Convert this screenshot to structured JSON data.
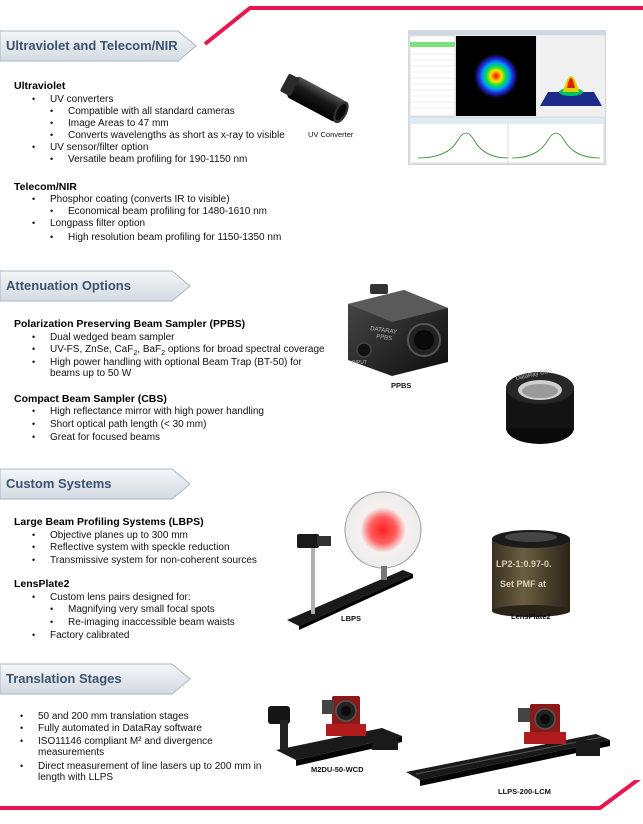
{
  "colors": {
    "accent": "#e8164d",
    "banner_text": "#3b5470"
  },
  "sections": {
    "uv": {
      "title": "Ultraviolet and Telecom/NIR",
      "sub1": "Ultraviolet",
      "uv_converters": "UV converters",
      "uv_c1": "Compatible with all standard cameras",
      "uv_c2": "Image Areas to 47 mm",
      "uv_c3": "Converts wavelengths as short as x-ray to visible",
      "uv_sensor": "UV sensor/filter option",
      "uv_s1": "Versatile beam profiling for 190-1150 nm",
      "sub2": "Telecom/NIR",
      "phosphor": "Phosphor coating (converts IR to visible)",
      "phosphor1": "Economical beam profiling for 1480-1610 nm",
      "longpass": "Longpass filter option",
      "longpass1": "High resolution beam profiling for 1150-1350 nm",
      "caption": "UV Converter"
    },
    "att": {
      "title": "Attenuation Options",
      "sub1": "Polarization Preserving Beam Sampler (PPBS)",
      "p1": "Dual wedged beam sampler",
      "p2_a": "UV-FS, ZnSe, CaF",
      "p2_sub1": "2",
      "p2_b": ", BaF",
      "p2_sub2": "2",
      "p2_c": " options for broad spectral coverage",
      "p3a": "High power handling with optional Beam Trap (BT-50) for",
      "p3b": "beams up to 50 W",
      "sub2": "Compact Beam Sampler (CBS)",
      "c1": "High reflectance mirror with high power handling",
      "c2": "Short optical path length (< 30 mm)",
      "c3": "Great for focused beams",
      "caption": "PPBS",
      "ppbs_label1": "DATARAY",
      "ppbs_label2": "PPBS",
      "ppbs_label3": "INPUT",
      "cbs_label": "DataRay CBS"
    },
    "custom": {
      "title": "Custom Systems",
      "sub1": "Large Beam Profiling Systems (LBPS)",
      "l1": "Objective planes up to 300 mm",
      "l2": "Reflective system with speckle reduction",
      "l3": "Transmissive system for non-coherent sources",
      "sub2": "LensPlate2",
      "lp1": "Custom lens pairs designed for:",
      "lp1a": "Magnifying very small focal spots",
      "lp1b": "Re-imaging inaccessible beam waists",
      "lp2": "Factory calibrated",
      "cap_lbps": "LBPS",
      "cap_lens": "LensPlate2",
      "lens_text1": "LP2-1:0.97-0.",
      "lens_text2": "Set PMF at"
    },
    "trans": {
      "title": "Translation Stages",
      "t1": "50 and 200 mm translation stages",
      "t2": "Fully automated in DataRay software",
      "t3a": "ISO11146 compliant M² and divergence",
      "t3b": "measurements",
      "t4a": "Direct measurement of line lasers up to 200 mm in",
      "t4b": "length with LLPS",
      "cap1": "M2DU-50-WCD",
      "cap2": "LLPS-200-LCM"
    }
  }
}
